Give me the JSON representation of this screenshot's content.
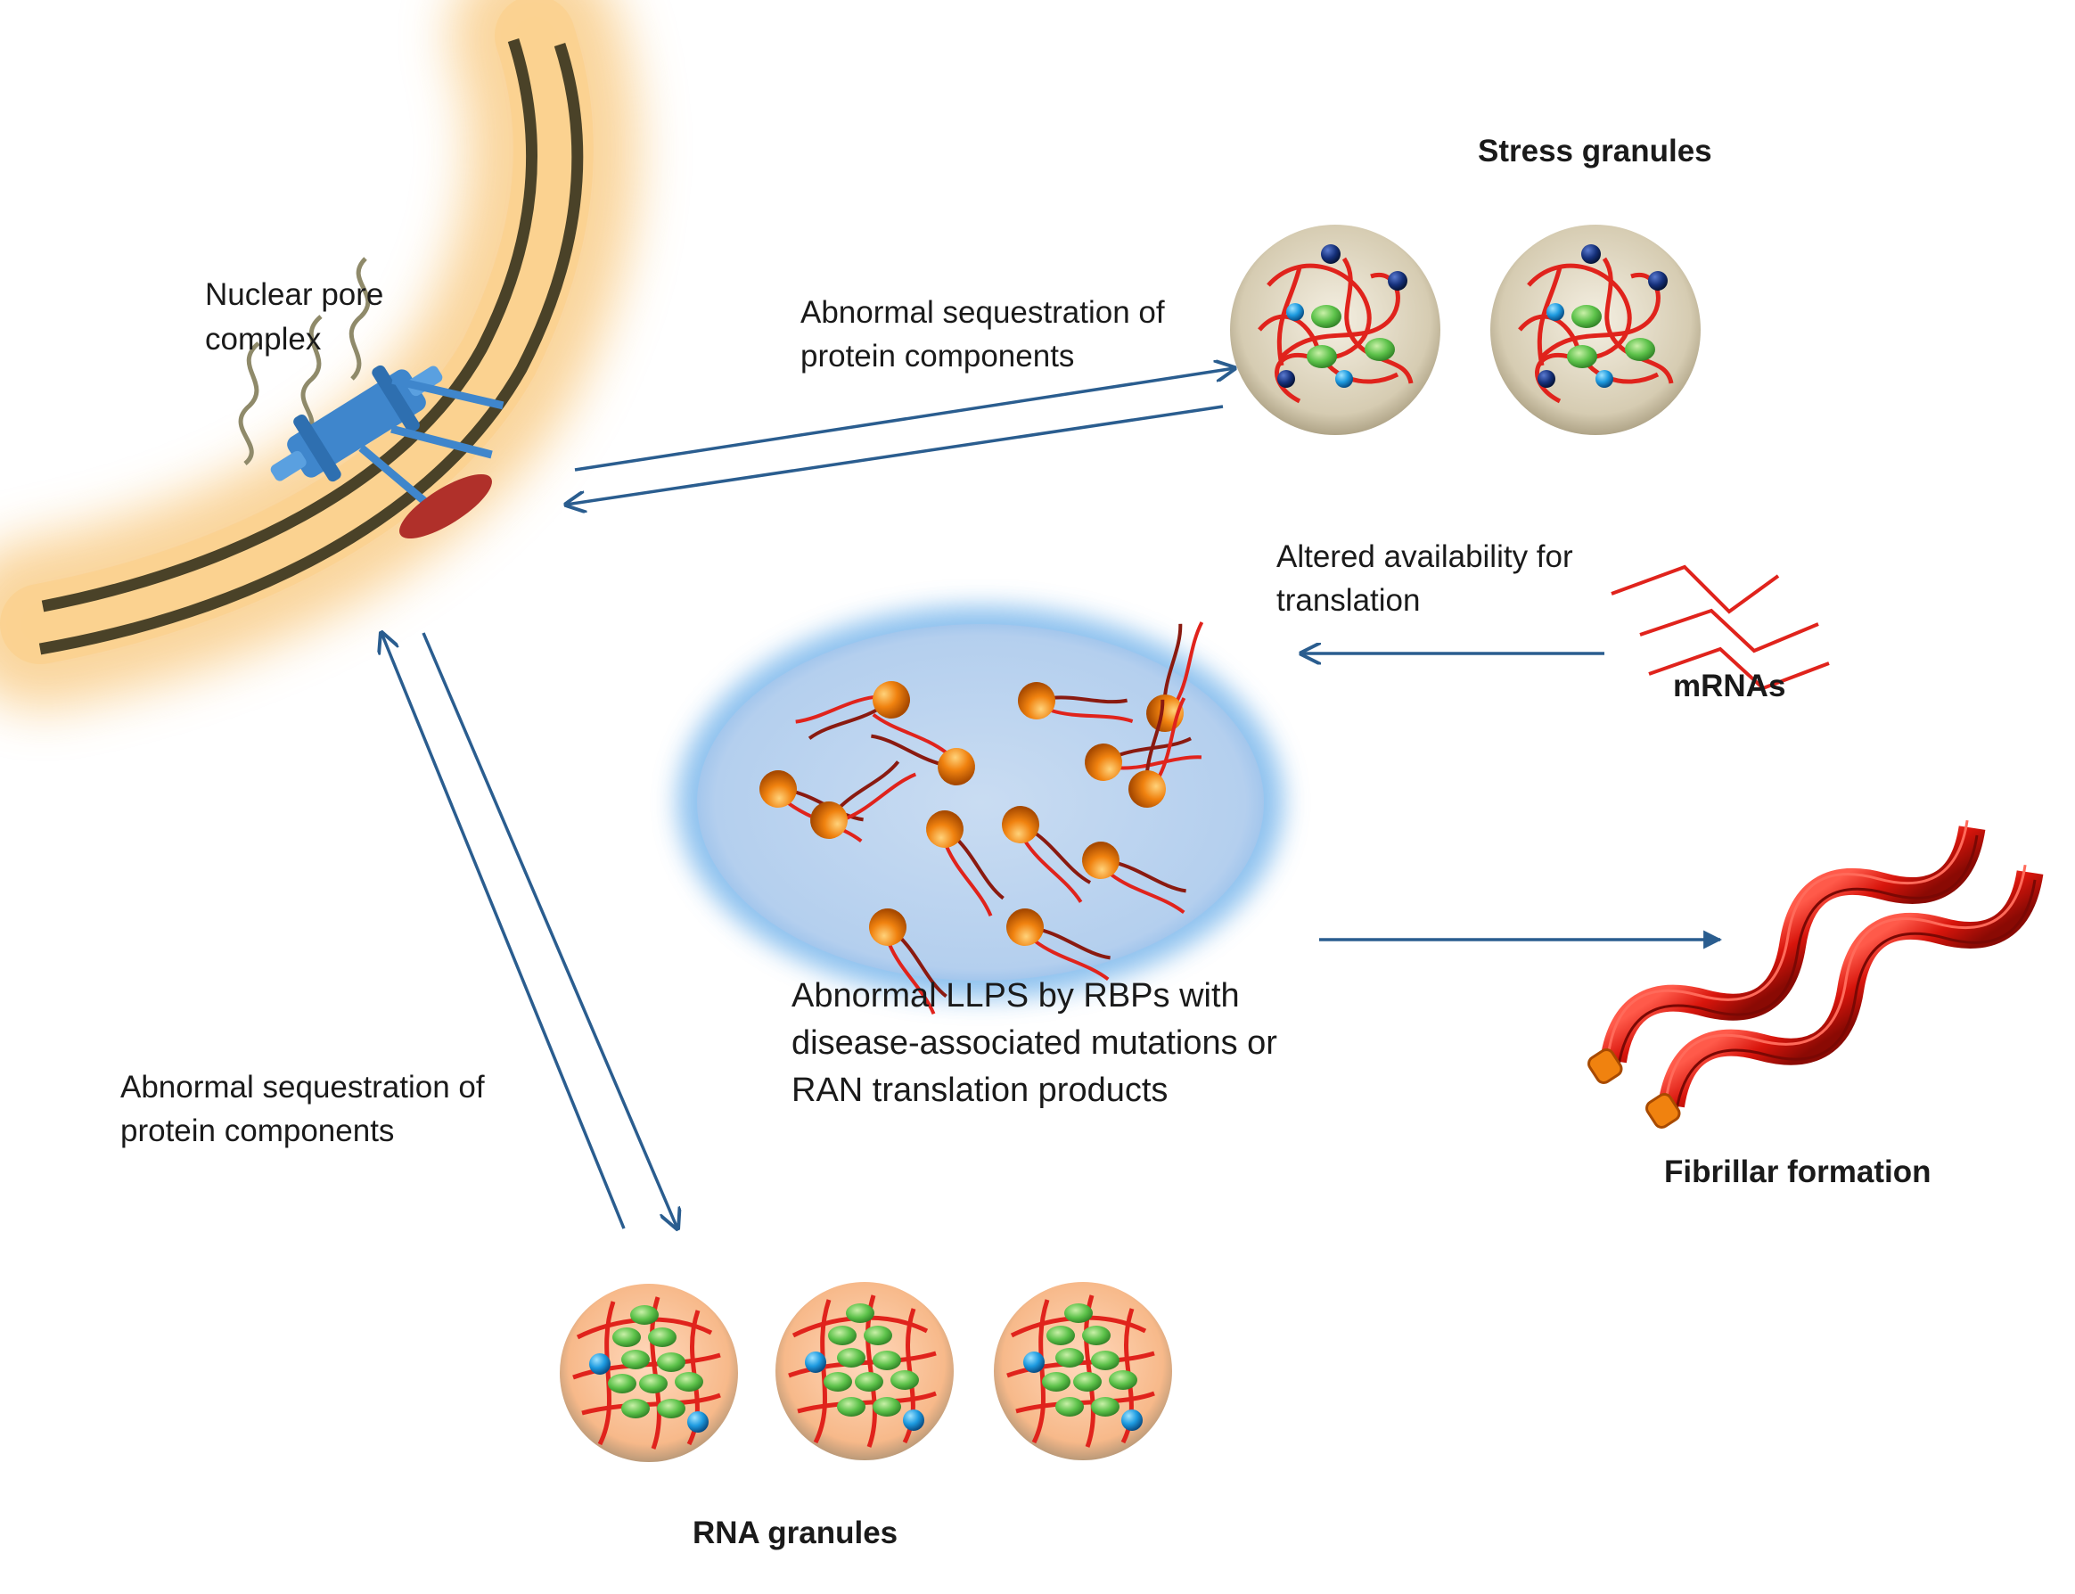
{
  "labels": {
    "nuclear_pore_line1": "Nuclear pore",
    "nuclear_pore_line2": "complex",
    "stress_granules": "Stress granules",
    "seq_top_line1": "Abnormal sequestration of",
    "seq_top_line2": "protein components",
    "altered_line1": "Altered availability for",
    "altered_line2": "translation",
    "mrnas": "mRNAs",
    "llps_line1": "Abnormal LLPS by RBPs with",
    "llps_line2": "disease-associated mutations or",
    "llps_line3": "RAN translation products",
    "seq_left_line1": "Abnormal sequestration of",
    "seq_left_line2": "protein components",
    "fibrillar": "Fibrillar formation",
    "rna_granules": "RNA granules"
  },
  "colors": {
    "arrow": "#2a5d8f",
    "membrane": "#4a4228",
    "membrane_glow": "#f6b44e",
    "rna_strand": "#e0231c",
    "droplet": "#b9d3ee",
    "droplet_glow": "#5fa8e8",
    "protein_orange": "#f0820f",
    "protein_green": "#5cc24a",
    "protein_blue": "#1e9be0",
    "pore_blue": "#3f86cc",
    "pore_red": "#b0302a",
    "stress_fill": "#d6ccb2",
    "rna_granule_fill": "#f7b98a"
  },
  "icons": [
    "nuclear-pore-complex-icon",
    "stress-granule-icon",
    "rna-granule-icon",
    "mrna-icon",
    "llps-droplet-icon",
    "fibril-icon"
  ]
}
